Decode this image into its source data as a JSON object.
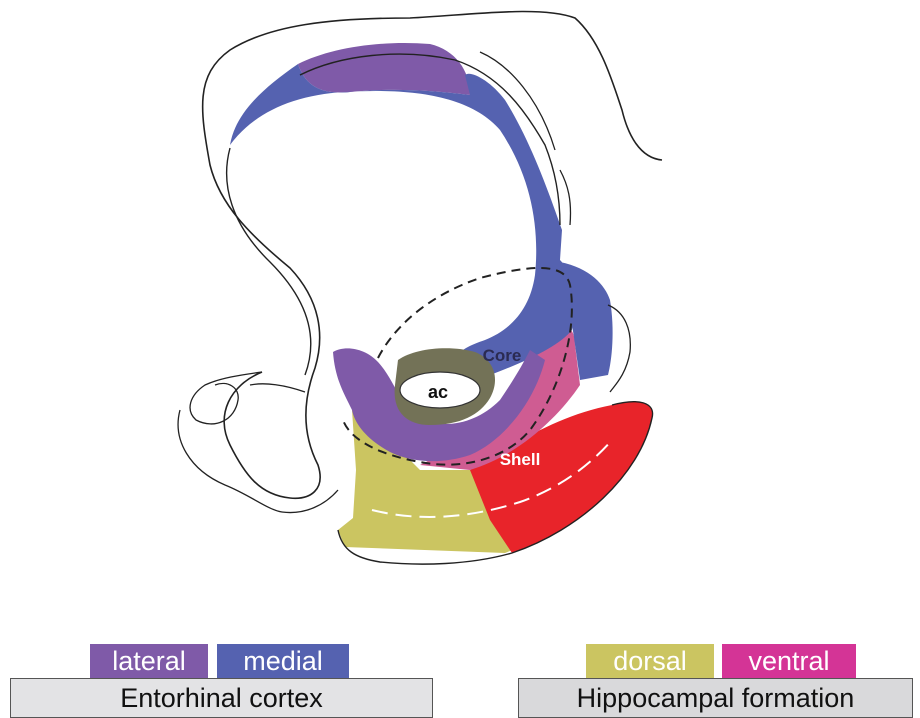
{
  "diagram": {
    "labels": {
      "core": "Core",
      "ac": "ac",
      "shell": "Shell"
    },
    "colors": {
      "lateral": "#7f5aa8",
      "medial": "#5562b0",
      "dorsal": "#cbc561",
      "ventral": "#d43496",
      "ventral_red": "#e8242a",
      "core_fill": "#737257"
    }
  },
  "legend_left": {
    "tags": [
      "lateral",
      "medial"
    ],
    "title": "Entorhinal cortex"
  },
  "legend_right": {
    "tags": [
      "dorsal",
      "ventral"
    ],
    "title": "Hippocampal formation"
  }
}
